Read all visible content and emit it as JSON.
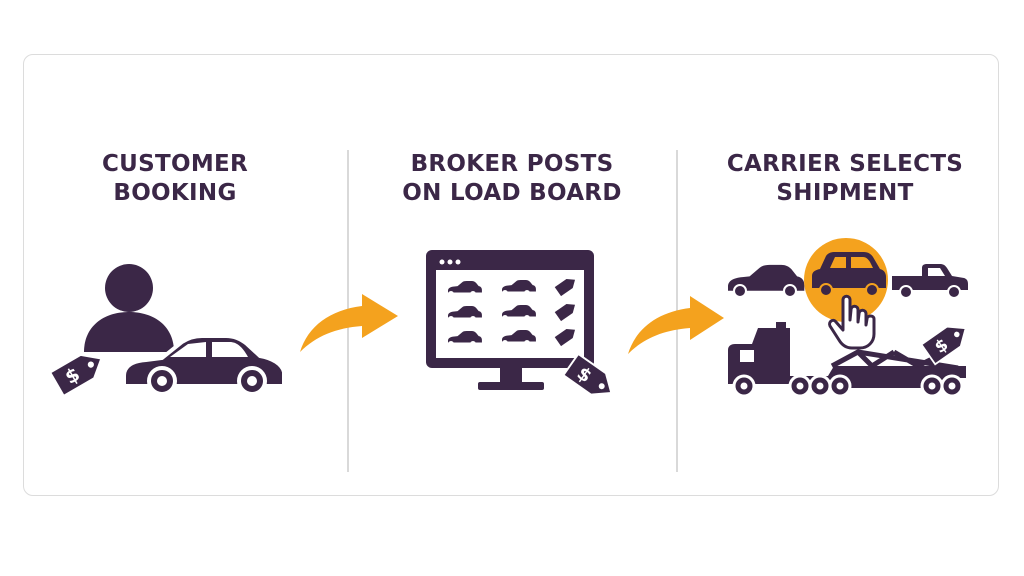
{
  "colors": {
    "primary": "#3b2747",
    "accent": "#f4a21e",
    "border": "#dcdcdc",
    "divider": "#d9d9d9",
    "background": "#ffffff"
  },
  "steps": [
    {
      "title_lines": [
        "CUSTOMER",
        "BOOKING"
      ],
      "icons": [
        "person-icon",
        "car-icon",
        "price-tag-icon"
      ]
    },
    {
      "title_lines": [
        "BROKER POSTS",
        "ON LOAD BOARD"
      ],
      "icons": [
        "monitor-icon",
        "load-board-listings",
        "price-tag-icon"
      ]
    },
    {
      "title_lines": [
        "CARRIER SELECTS",
        "SHIPMENT"
      ],
      "icons": [
        "sedan-icon",
        "suv-icon-highlighted",
        "pickup-icon",
        "pointer-hand-icon",
        "car-carrier-truck-icon",
        "price-tag-icon"
      ]
    }
  ],
  "tag_symbol": "$",
  "connectors": [
    "arrow-right-icon",
    "arrow-right-icon"
  ]
}
